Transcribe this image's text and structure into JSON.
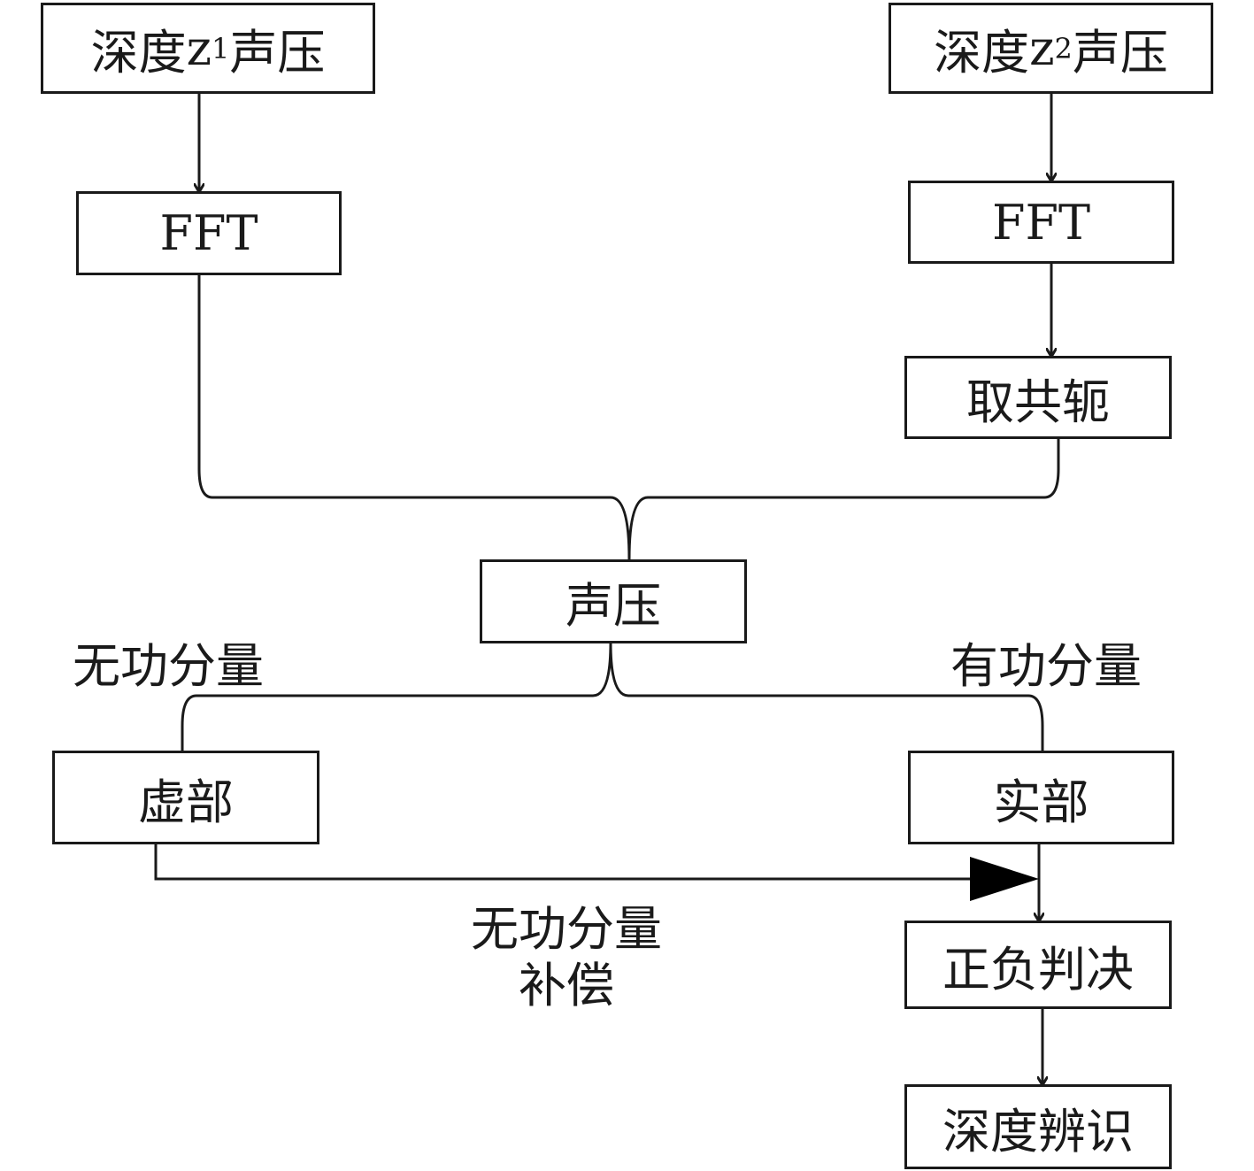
{
  "diagram": {
    "nodes": {
      "depth_z1": {
        "prefix": "深度",
        "var": "z",
        "sub": "1",
        "suffix": "声压"
      },
      "depth_z2": {
        "prefix": "深度",
        "var": "z",
        "sub": "2",
        "suffix": "声压"
      },
      "fft_left": "FFT",
      "fft_right": "FFT",
      "conjugate": "取共轭",
      "sound_pressure": "声压",
      "imag_part": "虚部",
      "real_part": "实部",
      "sign_decision": "正负判决",
      "depth_identification": "深度辨识"
    },
    "labels": {
      "reactive_component": "无功分量",
      "active_component": "有功分量",
      "compensation_line1": "无功分量",
      "compensation_line2": "补偿"
    }
  }
}
